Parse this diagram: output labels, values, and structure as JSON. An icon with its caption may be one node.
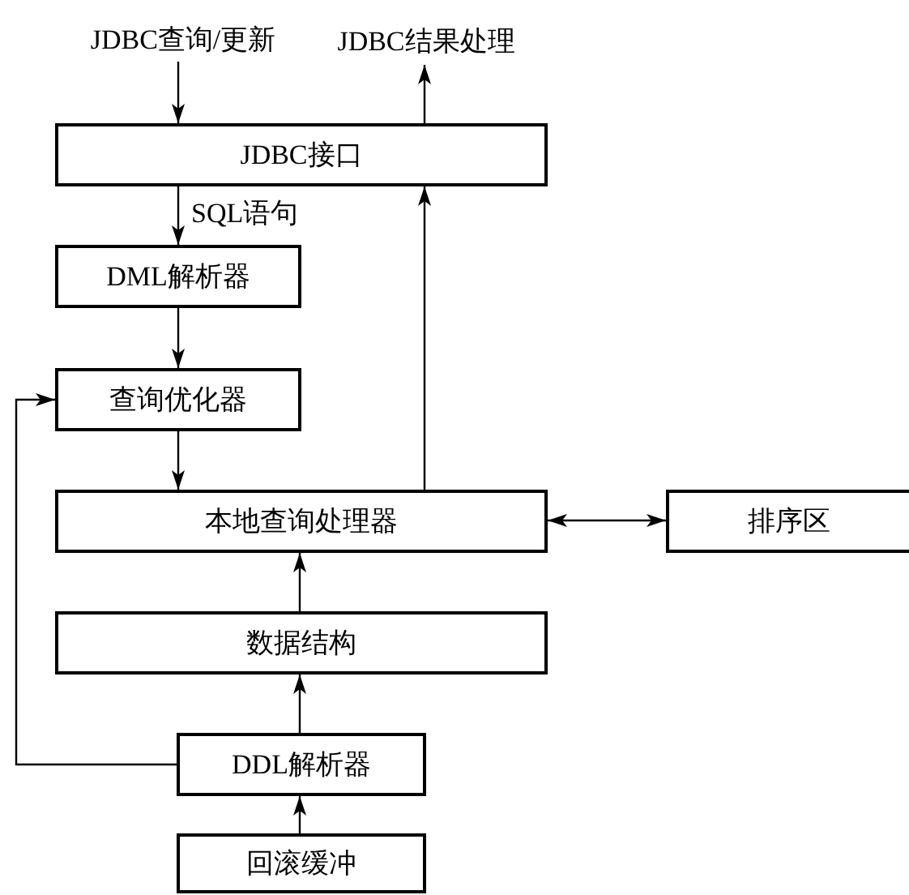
{
  "diagram": {
    "nodes": [
      {
        "text": [
          "JDBC查询/更新"
        ]
      },
      {
        "text": [
          "JDBC结果处理"
        ]
      },
      {
        "text": [
          "JDBC接口"
        ]
      },
      {
        "text": [
          "DML解析器"
        ]
      },
      {
        "text": [
          "查询优化器"
        ]
      },
      {
        "text": [
          "本地查询处理器"
        ]
      },
      {
        "text": [
          "排序区"
        ]
      },
      {
        "text": [
          "数据结构"
        ]
      },
      {
        "text": [
          "DDL解析器"
        ]
      },
      {
        "text": [
          "回滚缓冲"
        ]
      }
    ],
    "edges": [
      {
        "from": 0,
        "to": 2,
        "arrow": "to"
      },
      {
        "from": 2,
        "to": 1,
        "arrow": "to"
      },
      {
        "from": 2,
        "to": 3,
        "arrow": "to",
        "label": "SQL语句"
      },
      {
        "from": 3,
        "to": 4,
        "arrow": "to"
      },
      {
        "from": 4,
        "to": 5,
        "arrow": "to"
      },
      {
        "from": 5,
        "to": 2,
        "arrow": "to"
      },
      {
        "from": 5,
        "to": 6,
        "arrow": "both"
      },
      {
        "from": 7,
        "to": 5,
        "arrow": "to"
      },
      {
        "from": 8,
        "to": 7,
        "arrow": "to"
      },
      {
        "from": 9,
        "to": 8,
        "arrow": "to"
      },
      {
        "from": 8,
        "to": 4,
        "arrow": "to"
      }
    ]
  }
}
